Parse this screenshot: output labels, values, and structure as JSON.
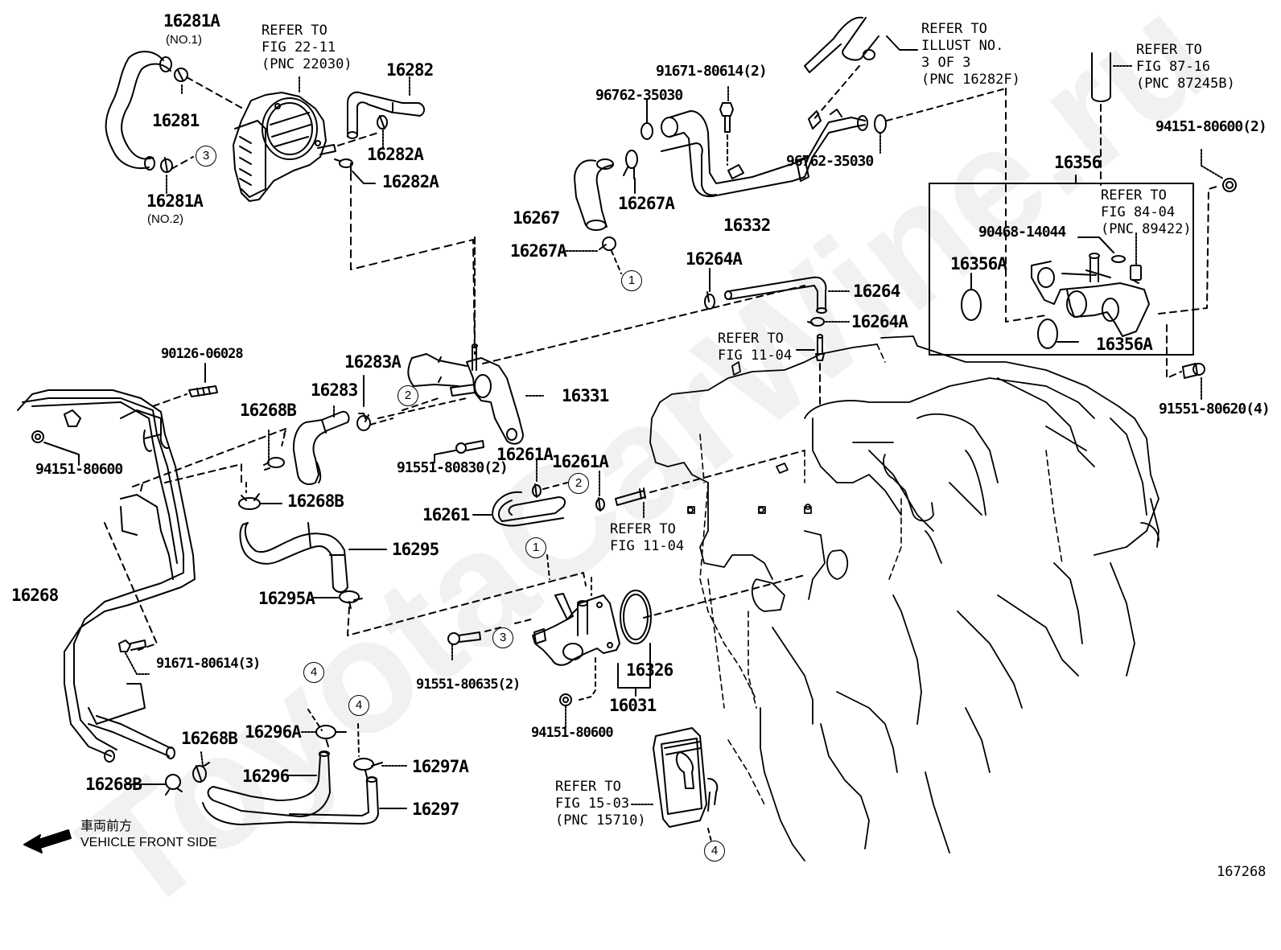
{
  "diagram": {
    "watermark": "ToyotaCarWine.ru",
    "figure_number": "167268",
    "front_indicator": {
      "jp": "車両前方",
      "en": "VEHICLE FRONT SIDE"
    },
    "part_labels": [
      {
        "id": "p16281A_1",
        "text": "16281A",
        "note": "(NO.1)"
      },
      {
        "id": "p16281",
        "text": "16281"
      },
      {
        "id": "p16281A_2",
        "text": "16281A",
        "note": "(NO.2)"
      },
      {
        "id": "p16282",
        "text": "16282"
      },
      {
        "id": "p16282A_1",
        "text": "16282A"
      },
      {
        "id": "p16282A_2",
        "text": "16282A"
      },
      {
        "id": "p96762_1",
        "text": "96762-35030"
      },
      {
        "id": "p91671_2",
        "text": "91671-80614(2)"
      },
      {
        "id": "p96762_2",
        "text": "96762-35030"
      },
      {
        "id": "p16267A_1",
        "text": "16267A"
      },
      {
        "id": "p16267",
        "text": "16267"
      },
      {
        "id": "p16332",
        "text": "16332"
      },
      {
        "id": "p16267A_2",
        "text": "16267A"
      },
      {
        "id": "p16264A_1",
        "text": "16264A"
      },
      {
        "id": "p16264",
        "text": "16264"
      },
      {
        "id": "p16264A_2",
        "text": "16264A"
      },
      {
        "id": "p16356",
        "text": "16356"
      },
      {
        "id": "p94151_2",
        "text": "94151-80600(2)"
      },
      {
        "id": "p90468",
        "text": "90468-14044"
      },
      {
        "id": "p16356A_1",
        "text": "16356A"
      },
      {
        "id": "p16356A_2",
        "text": "16356A"
      },
      {
        "id": "p91551_620",
        "text": "91551-80620(4)"
      },
      {
        "id": "p90126",
        "text": "90126-06028"
      },
      {
        "id": "p16283A",
        "text": "16283A"
      },
      {
        "id": "p16283",
        "text": "16283"
      },
      {
        "id": "p16268B_1",
        "text": "16268B"
      },
      {
        "id": "p16331",
        "text": "16331"
      },
      {
        "id": "p94151_a",
        "text": "94151-80600"
      },
      {
        "id": "p91551_830",
        "text": "91551-80830(2)"
      },
      {
        "id": "p16268B_2",
        "text": "16268B"
      },
      {
        "id": "p16261A_1",
        "text": "16261A"
      },
      {
        "id": "p16261A_2",
        "text": "16261A"
      },
      {
        "id": "p16261",
        "text": "16261"
      },
      {
        "id": "p16295",
        "text": "16295"
      },
      {
        "id": "p16268",
        "text": "16268"
      },
      {
        "id": "p16295A",
        "text": "16295A"
      },
      {
        "id": "p91671_3",
        "text": "91671-80614(3)"
      },
      {
        "id": "p91551_635",
        "text": "91551-80635(2)"
      },
      {
        "id": "p16326",
        "text": "16326"
      },
      {
        "id": "p16031",
        "text": "16031"
      },
      {
        "id": "p94151_b",
        "text": "94151-80600"
      },
      {
        "id": "p16296A",
        "text": "16296A"
      },
      {
        "id": "p16268B_3",
        "text": "16268B"
      },
      {
        "id": "p16296",
        "text": "16296"
      },
      {
        "id": "p16297A",
        "text": "16297A"
      },
      {
        "id": "p16268B_4",
        "text": "16268B"
      },
      {
        "id": "p16297",
        "text": "16297"
      }
    ],
    "references": [
      {
        "id": "r22",
        "text": "REFER TO\nFIG 22-11\n(PNC 22030)"
      },
      {
        "id": "r3of3",
        "text": "REFER TO\nILLUST NO.\n3 OF 3\n(PNC 16282F)"
      },
      {
        "id": "r87",
        "text": "REFER TO\nFIG 87-16\n(PNC 87245B)"
      },
      {
        "id": "r84",
        "text": "REFER TO\nFIG 84-04\n(PNC 89422)"
      },
      {
        "id": "r11a",
        "text": "REFER TO\nFIG 11-04"
      },
      {
        "id": "r11b",
        "text": "REFER TO\nFIG 11-04"
      },
      {
        "id": "r15",
        "text": "REFER TO\nFIG 15-03\n(PNC 15710)"
      }
    ],
    "connection_markers": [
      {
        "id": "c3a",
        "text": "3"
      },
      {
        "id": "c1a",
        "text": "1"
      },
      {
        "id": "c2a",
        "text": "2"
      },
      {
        "id": "c2b",
        "text": "2"
      },
      {
        "id": "c1b",
        "text": "1"
      },
      {
        "id": "c3b",
        "text": "3"
      },
      {
        "id": "c4a",
        "text": "4"
      },
      {
        "id": "c4b",
        "text": "4"
      },
      {
        "id": "c4c",
        "text": "4"
      }
    ]
  }
}
